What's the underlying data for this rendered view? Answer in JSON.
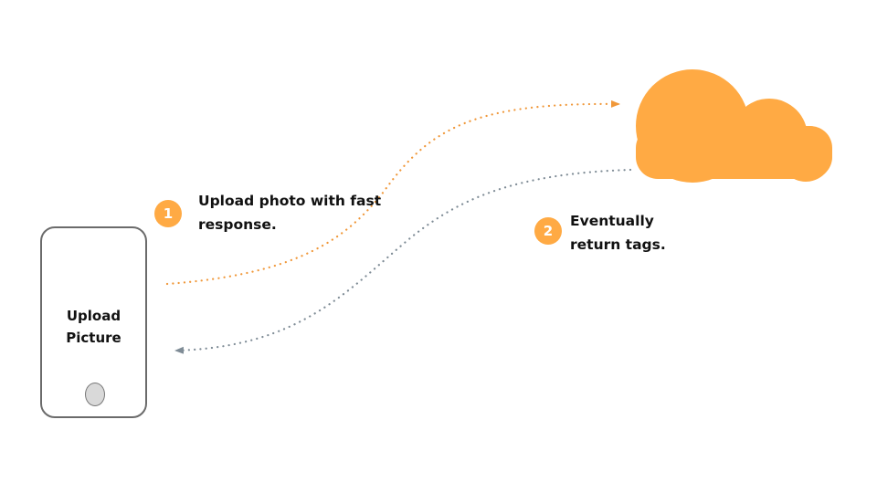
{
  "phone": {
    "label": "Upload\nPicture",
    "icon": "smartphone-icon"
  },
  "cloud": {
    "icon": "cloud-icon"
  },
  "steps": [
    {
      "number": "1",
      "text": "Upload photo with fast\nresponse."
    },
    {
      "number": "2",
      "text": "Eventually\nreturn tags."
    }
  ],
  "colors": {
    "accent": "#ffaa44",
    "upload_arrow": "#f0983a",
    "return_arrow": "#7f8c96",
    "outline": "#6b6b6b"
  }
}
